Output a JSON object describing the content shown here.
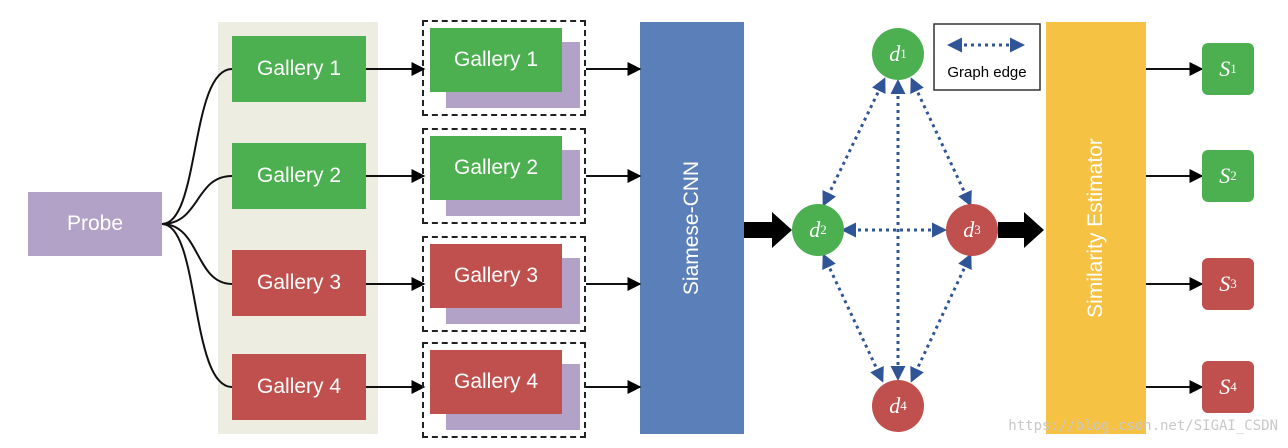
{
  "probe": "Probe",
  "gallery_left": [
    "Gallery 1",
    "Gallery 2",
    "Gallery 3",
    "Gallery 4"
  ],
  "gallery_mid": [
    "Gallery 1",
    "Gallery 2",
    "Gallery 3",
    "Gallery 4"
  ],
  "network": "Siamese-CNN",
  "estimator": "Similarity Estimator",
  "legend": "Graph edge",
  "nodes": [
    {
      "base": "d",
      "sub": "1"
    },
    {
      "base": "d",
      "sub": "2"
    },
    {
      "base": "d",
      "sub": "3"
    },
    {
      "base": "d",
      "sub": "4"
    }
  ],
  "outputs": [
    {
      "base": "S",
      "sub": "1"
    },
    {
      "base": "S",
      "sub": "2"
    },
    {
      "base": "S",
      "sub": "3"
    },
    {
      "base": "S",
      "sub": "4"
    }
  ],
  "watermark": "https://blog.csdn.net/SIGAI_CSDN",
  "colors": {
    "green": "#4caf50",
    "red": "#c0504d",
    "purple": "#b3a2c7",
    "blue": "#5b7fb8",
    "yellow": "#f6c244",
    "panel": "#eeede2",
    "edge": "#2f5597"
  }
}
